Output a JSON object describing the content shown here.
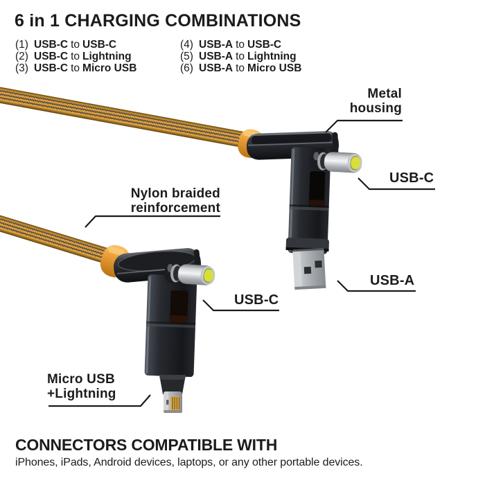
{
  "header": {
    "title": "6 in 1 CHARGING COMBINATIONS",
    "combinations": [
      {
        "num": "(1)",
        "from": "USB-C",
        "conj": "to",
        "to": "USB-C"
      },
      {
        "num": "(2)",
        "from": "USB-C",
        "conj": "to",
        "to": "Lightning"
      },
      {
        "num": "(3)",
        "from": "USB-C",
        "conj": "to",
        "to": "Micro USB"
      },
      {
        "num": "(4)",
        "from": "USB-A",
        "conj": "to",
        "to": "USB-C"
      },
      {
        "num": "(5)",
        "from": "USB-A",
        "conj": "to",
        "to": "Lightning"
      },
      {
        "num": "(6)",
        "from": "USB-A",
        "conj": "to",
        "to": "Micro USB"
      }
    ]
  },
  "annotations": {
    "metal_housing": "Metal\nhousing",
    "usb_c_top": "USB-C",
    "usb_a": "USB-A",
    "nylon_braided": "Nylon braided\nreinforcement",
    "usb_c_bottom": "USB-C",
    "micro_lightning": "Micro USB\n+Lightning"
  },
  "footer": {
    "heading": "CONNECTORS COMPATIBLE WITH",
    "subtext": "iPhones, iPads, Android devices, laptops, or any other portable devices."
  },
  "colors": {
    "text": "#1b1b1b",
    "cable_gold": "#dfa03c",
    "cable_weave_dark": "#4e4a46",
    "strain_relief_orange": "#eea13a",
    "housing_dark": "#24262a",
    "metal_silver": "#bcc0c4",
    "usb_c_tab_yellow": "#d8de3a",
    "lightning_pins_gold": "#d8ab52"
  }
}
